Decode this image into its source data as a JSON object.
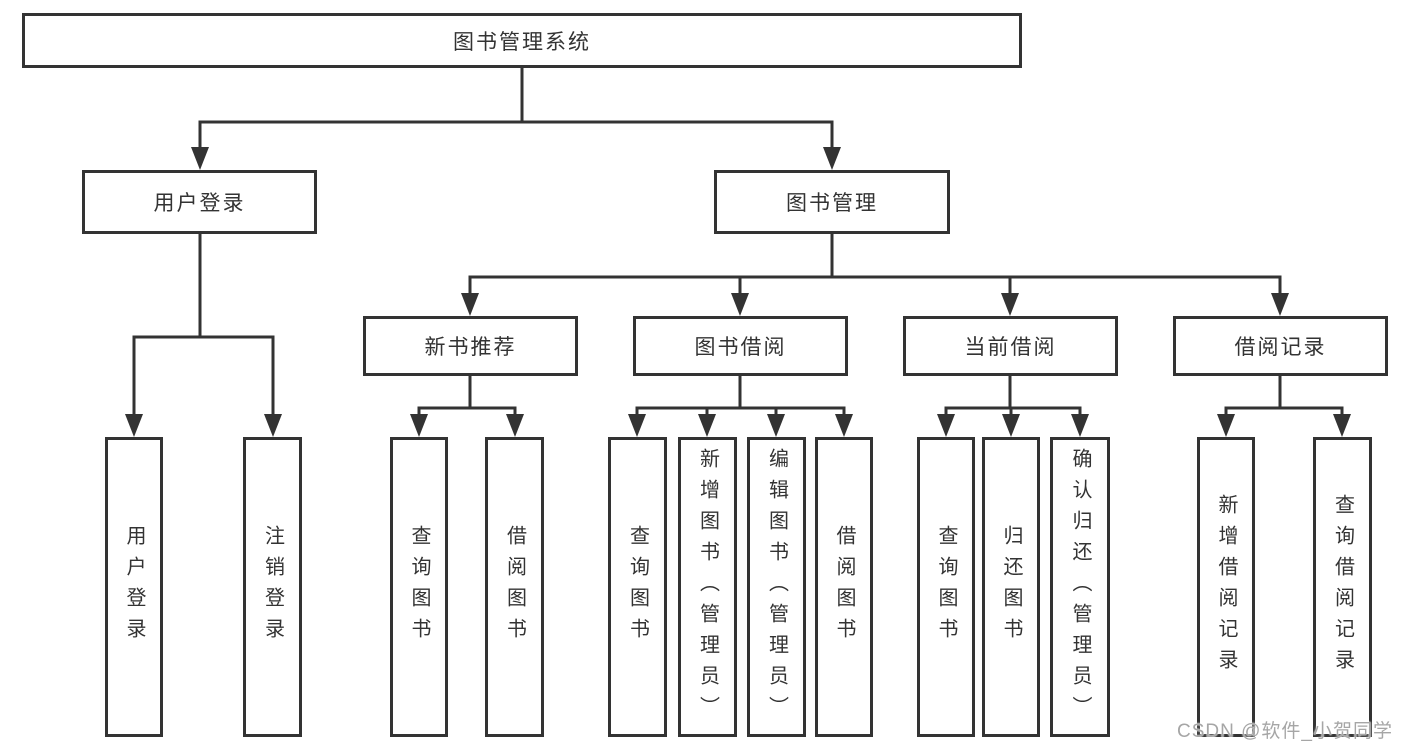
{
  "tree": {
    "root": "图书管理系统",
    "branches": [
      {
        "label": "用户登录",
        "children": [
          "用户登录",
          "注销登录"
        ]
      },
      {
        "label": "图书管理",
        "groups": [
          {
            "label": "新书推荐",
            "children": [
              "查询图书",
              "借阅图书"
            ]
          },
          {
            "label": "图书借阅",
            "children": [
              "查询图书",
              "新增图书（管理员）",
              "编辑图书（管理员）",
              "借阅图书"
            ]
          },
          {
            "label": "当前借阅",
            "children": [
              "查询图书",
              "归还图书",
              "确认归还（管理员）"
            ]
          },
          {
            "label": "借阅记录",
            "children": [
              "新增借阅记录",
              "查询借阅记录"
            ]
          }
        ]
      }
    ]
  },
  "watermark": "CSDN @软件_小贺同学",
  "colors": {
    "line": "#333333",
    "text": "#333333",
    "box_fill": "#ffffff",
    "background": "#ffffff",
    "watermark": "#a6a6a6"
  }
}
